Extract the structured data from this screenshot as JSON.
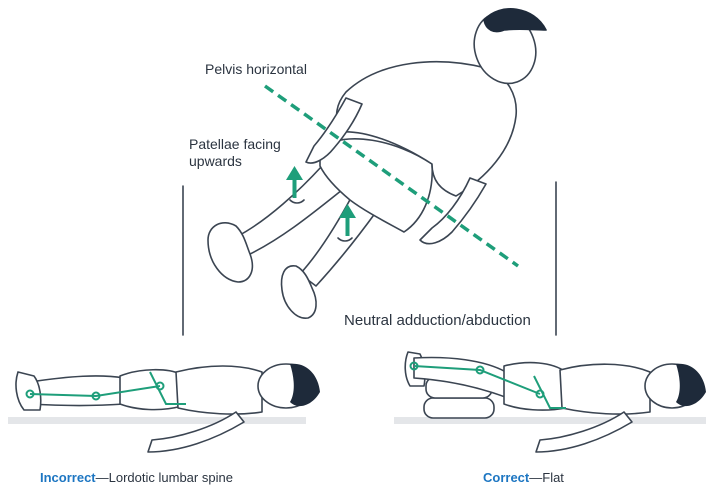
{
  "labels": {
    "pelvis": "Pelvis horizontal",
    "patellae_line1": "Patellae facing",
    "patellae_line2": "upwards",
    "neutral": "Neutral adduction/abduction"
  },
  "captions": {
    "incorrect": {
      "keyword": "Incorrect",
      "text": "—Lordotic lumbar spine"
    },
    "correct": {
      "keyword": "Correct",
      "text": "—Flat"
    }
  },
  "colors": {
    "outline": "#3b4552",
    "hair": "#1e2a3a",
    "accent_green": "#1e9e7a",
    "surface": "#e4e6e9",
    "caption_keyword": "#1d76c2"
  }
}
